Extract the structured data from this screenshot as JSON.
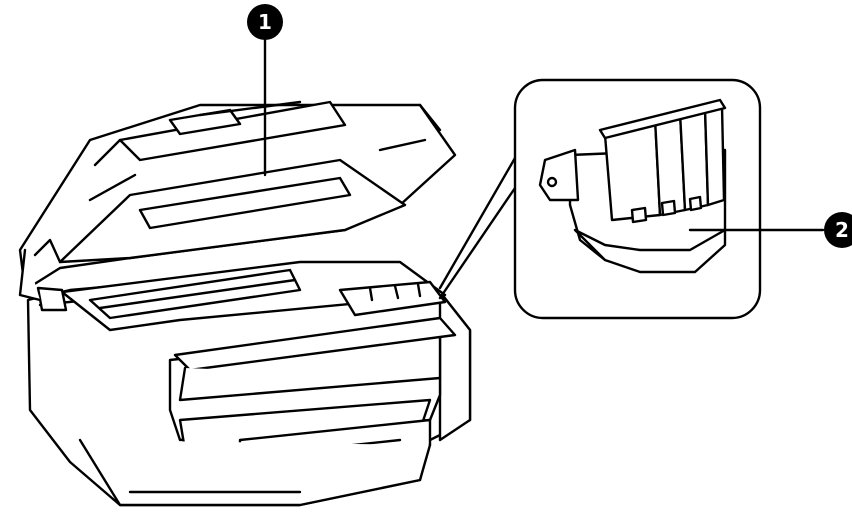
{
  "callouts": [
    {
      "label": "1",
      "target": "scanner-unit"
    },
    {
      "label": "2",
      "target": "print-head-and-cartridges"
    }
  ],
  "colors": {
    "line": "#000000",
    "fill": "#ffffff",
    "callout_bg": "#000000",
    "callout_text": "#ffffff"
  }
}
